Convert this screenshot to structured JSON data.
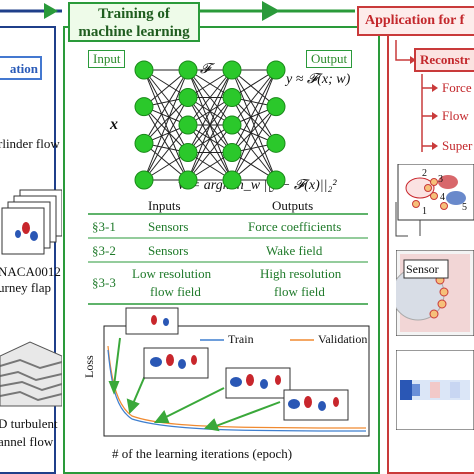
{
  "headers": {
    "training_line1": "Training of",
    "training_line2": "machine learning",
    "application": "Application for f"
  },
  "left_panel": {
    "tag": "ation",
    "flow1": "rlinder flow",
    "flow2_line1": "NACA0012",
    "flow2_line2": "urney flap",
    "flow3_line1": "D turbulent",
    "flow3_line2": "annel flow"
  },
  "network": {
    "input_label": "Input",
    "output_label": "Output",
    "function_symbol": "𝓕",
    "x_symbol": "x",
    "output_eq": "y ≈ 𝓕(x; w)",
    "weights_eq": "w = argmin_w ||y − 𝓕(x)||₂²"
  },
  "table": {
    "col_inputs": "Inputs",
    "col_outputs": "Outputs",
    "rows": [
      {
        "sec": "§3-1",
        "input": "Sensors",
        "output": "Force coefficients"
      },
      {
        "sec": "§3-2",
        "input": "Sensors",
        "output": "Wake field"
      },
      {
        "sec": "§3-3",
        "input_line1": "Low resolution",
        "input_line2": "flow field",
        "output_line1": "High resolution",
        "output_line2": "flow field"
      }
    ]
  },
  "loss_chart": {
    "ylabel": "Loss",
    "xlabel": "# of the learning iterations (epoch)",
    "legend_train": "Train",
    "legend_validation": "Validation",
    "train_color": "#3f7fcf",
    "validation_color": "#f08a30"
  },
  "right_panel": {
    "reconstr": "Reconstr",
    "items": [
      "Force",
      "Flow",
      "Super"
    ],
    "sensor_label": "Sensor",
    "sensor_numbers": [
      "2",
      "3",
      "4",
      "1",
      "5"
    ]
  },
  "colors": {
    "blue": "#1f3f8a",
    "green": "#2a9a3a",
    "red": "#c93a3a",
    "node": "#2bc82b"
  }
}
